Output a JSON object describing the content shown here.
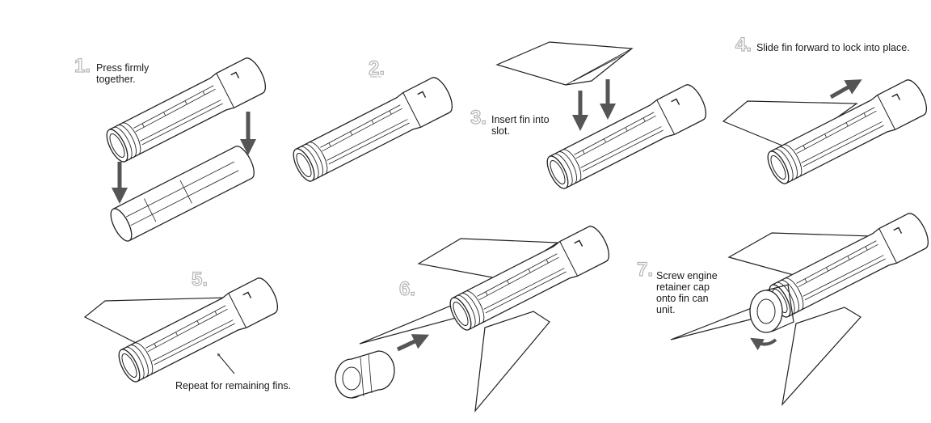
{
  "steps": [
    {
      "number": "1.",
      "caption": "Press firmly\ntogether."
    },
    {
      "number": "2.",
      "caption": "",
      "tiny_label": "Reso lo"
    },
    {
      "number": "3.",
      "caption": "Insert fin into\nslot."
    },
    {
      "number": "4.",
      "caption": "Slide fin forward to lock into place."
    },
    {
      "number": "5.",
      "caption": "Repeat for remaining fins."
    },
    {
      "number": "6.",
      "caption": ""
    },
    {
      "number": "7.",
      "caption": "Screw engine\nretainer cap\nonto fin can\nunit."
    }
  ],
  "colors": {
    "line": "#222222",
    "arrow": "#555555",
    "numeral_outline": "#b5b5b5"
  }
}
